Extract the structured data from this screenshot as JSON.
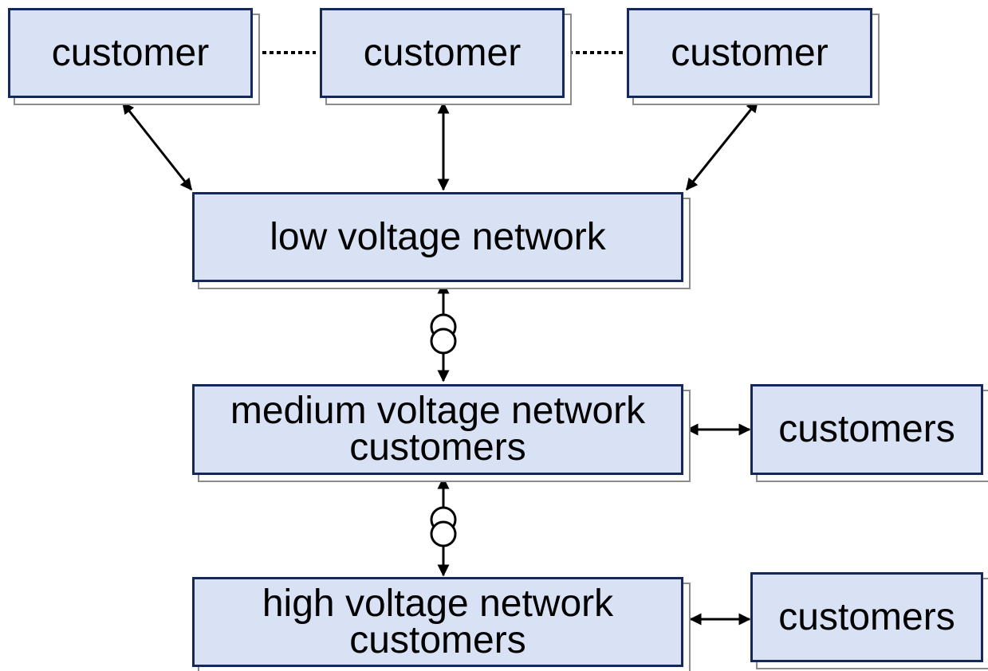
{
  "colors": {
    "box_fill": "#d9e1f5",
    "box_border": "#14285a",
    "shadow": "#8c8c8c",
    "line": "#000000"
  },
  "nodes": {
    "customer_1": {
      "label": "customer"
    },
    "customer_2": {
      "label": "customer"
    },
    "customer_3": {
      "label": "customer"
    },
    "low_voltage": {
      "label": "low voltage network"
    },
    "medium_voltage": {
      "line1": "medium voltage network",
      "line2": "customers"
    },
    "medium_customers": {
      "label": "customers"
    },
    "high_voltage": {
      "line1": "high voltage network",
      "line2": "customers"
    },
    "high_customers": {
      "label": "customers"
    }
  },
  "edges": [
    {
      "from": "customer_1",
      "to": "customer_2",
      "style": "dotted"
    },
    {
      "from": "customer_2",
      "to": "customer_3",
      "style": "dotted"
    },
    {
      "from": "customer_1",
      "to": "low_voltage",
      "style": "double-arrow"
    },
    {
      "from": "customer_2",
      "to": "low_voltage",
      "style": "double-arrow"
    },
    {
      "from": "customer_3",
      "to": "low_voltage",
      "style": "double-arrow"
    },
    {
      "from": "low_voltage",
      "to": "medium_voltage",
      "style": "double-arrow",
      "symbol": "transformer"
    },
    {
      "from": "medium_voltage",
      "to": "high_voltage",
      "style": "double-arrow",
      "symbol": "transformer"
    },
    {
      "from": "medium_voltage",
      "to": "medium_customers",
      "style": "double-arrow"
    },
    {
      "from": "high_voltage",
      "to": "high_customers",
      "style": "double-arrow"
    }
  ]
}
